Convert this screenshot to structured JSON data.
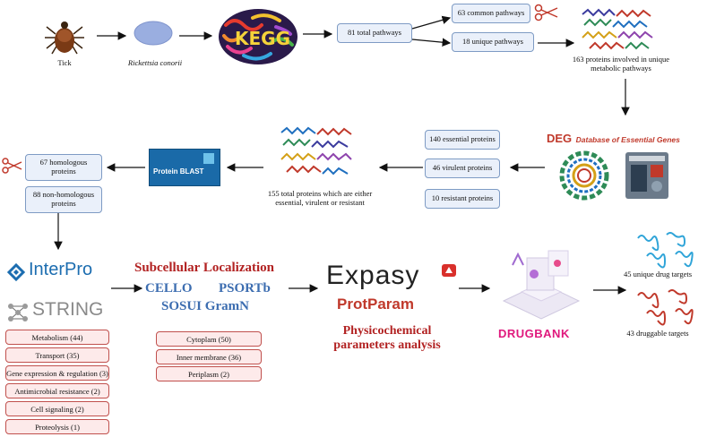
{
  "row1": {
    "tick_label": "Tick",
    "organism_label": "Rickettsia conorii",
    "kegg_logo_text": "KEGG",
    "total_pathways": "81 total pathways",
    "common_pathways": "63 common pathways",
    "unique_pathways": "18 unique pathways",
    "unique_proteins": "163 proteins involved  in unique metabolic pathways"
  },
  "row2": {
    "deg_logo": "DEG",
    "deg_name": "Database of Essential Genes",
    "essential": "140 essential proteins",
    "virulent": "46 virulent proteins",
    "resistant": "10 resistant proteins",
    "total_proteins": "155 total proteins which are either essential, virulent or resistant",
    "blast_label": "Protein BLAST",
    "homologous": "67 homologous proteins",
    "non_homologous": "88 non-homologous proteins"
  },
  "row3": {
    "interpro": "InterPro",
    "string": "STRING",
    "categories": [
      "Metabolism (44)",
      "Transport (35)",
      "Gene expression & regulation (3)",
      "Antimicrobial resistance (2)",
      "Cell signaling (2)",
      "Proteolysis (1)"
    ],
    "subcellular_title": "Subcellular Localization",
    "tool_cello": "CELLO",
    "tool_psortb": "PSORTb",
    "tool_sosui": "SOSUI GramN",
    "locations": [
      "Cytoplam (50)",
      "Inner membrane (36)",
      "Periplasm (2)"
    ],
    "expasy": "Expasy",
    "protparam": "ProtParam",
    "physico": "Physicochemical parameters analysis",
    "drugbank": "DRUGBANK",
    "unique_targets": "45 unique drug targets",
    "druggable_targets": "43 druggable targets"
  },
  "colors": {
    "box_fill": "#eaf0fa",
    "box_border": "#7e9bc4",
    "red_box_fill": "#fdeaea",
    "red_box_border": "#c0504d",
    "title_red": "#b22222",
    "tool_blue": "#3c6db0",
    "drugbank_pink": "#e0197d",
    "interpro_blue": "#1c6db0"
  },
  "icons": [
    "tick-icon",
    "bacterium-icon",
    "kegg-logo",
    "scissors-icon",
    "protein-strands-icon",
    "genome-circle-icon",
    "lab-instrument-icon",
    "blast-logo",
    "interpro-logo",
    "string-logo",
    "expasy-logo",
    "drugbank-platform-icon",
    "protein-cluster-icon"
  ]
}
